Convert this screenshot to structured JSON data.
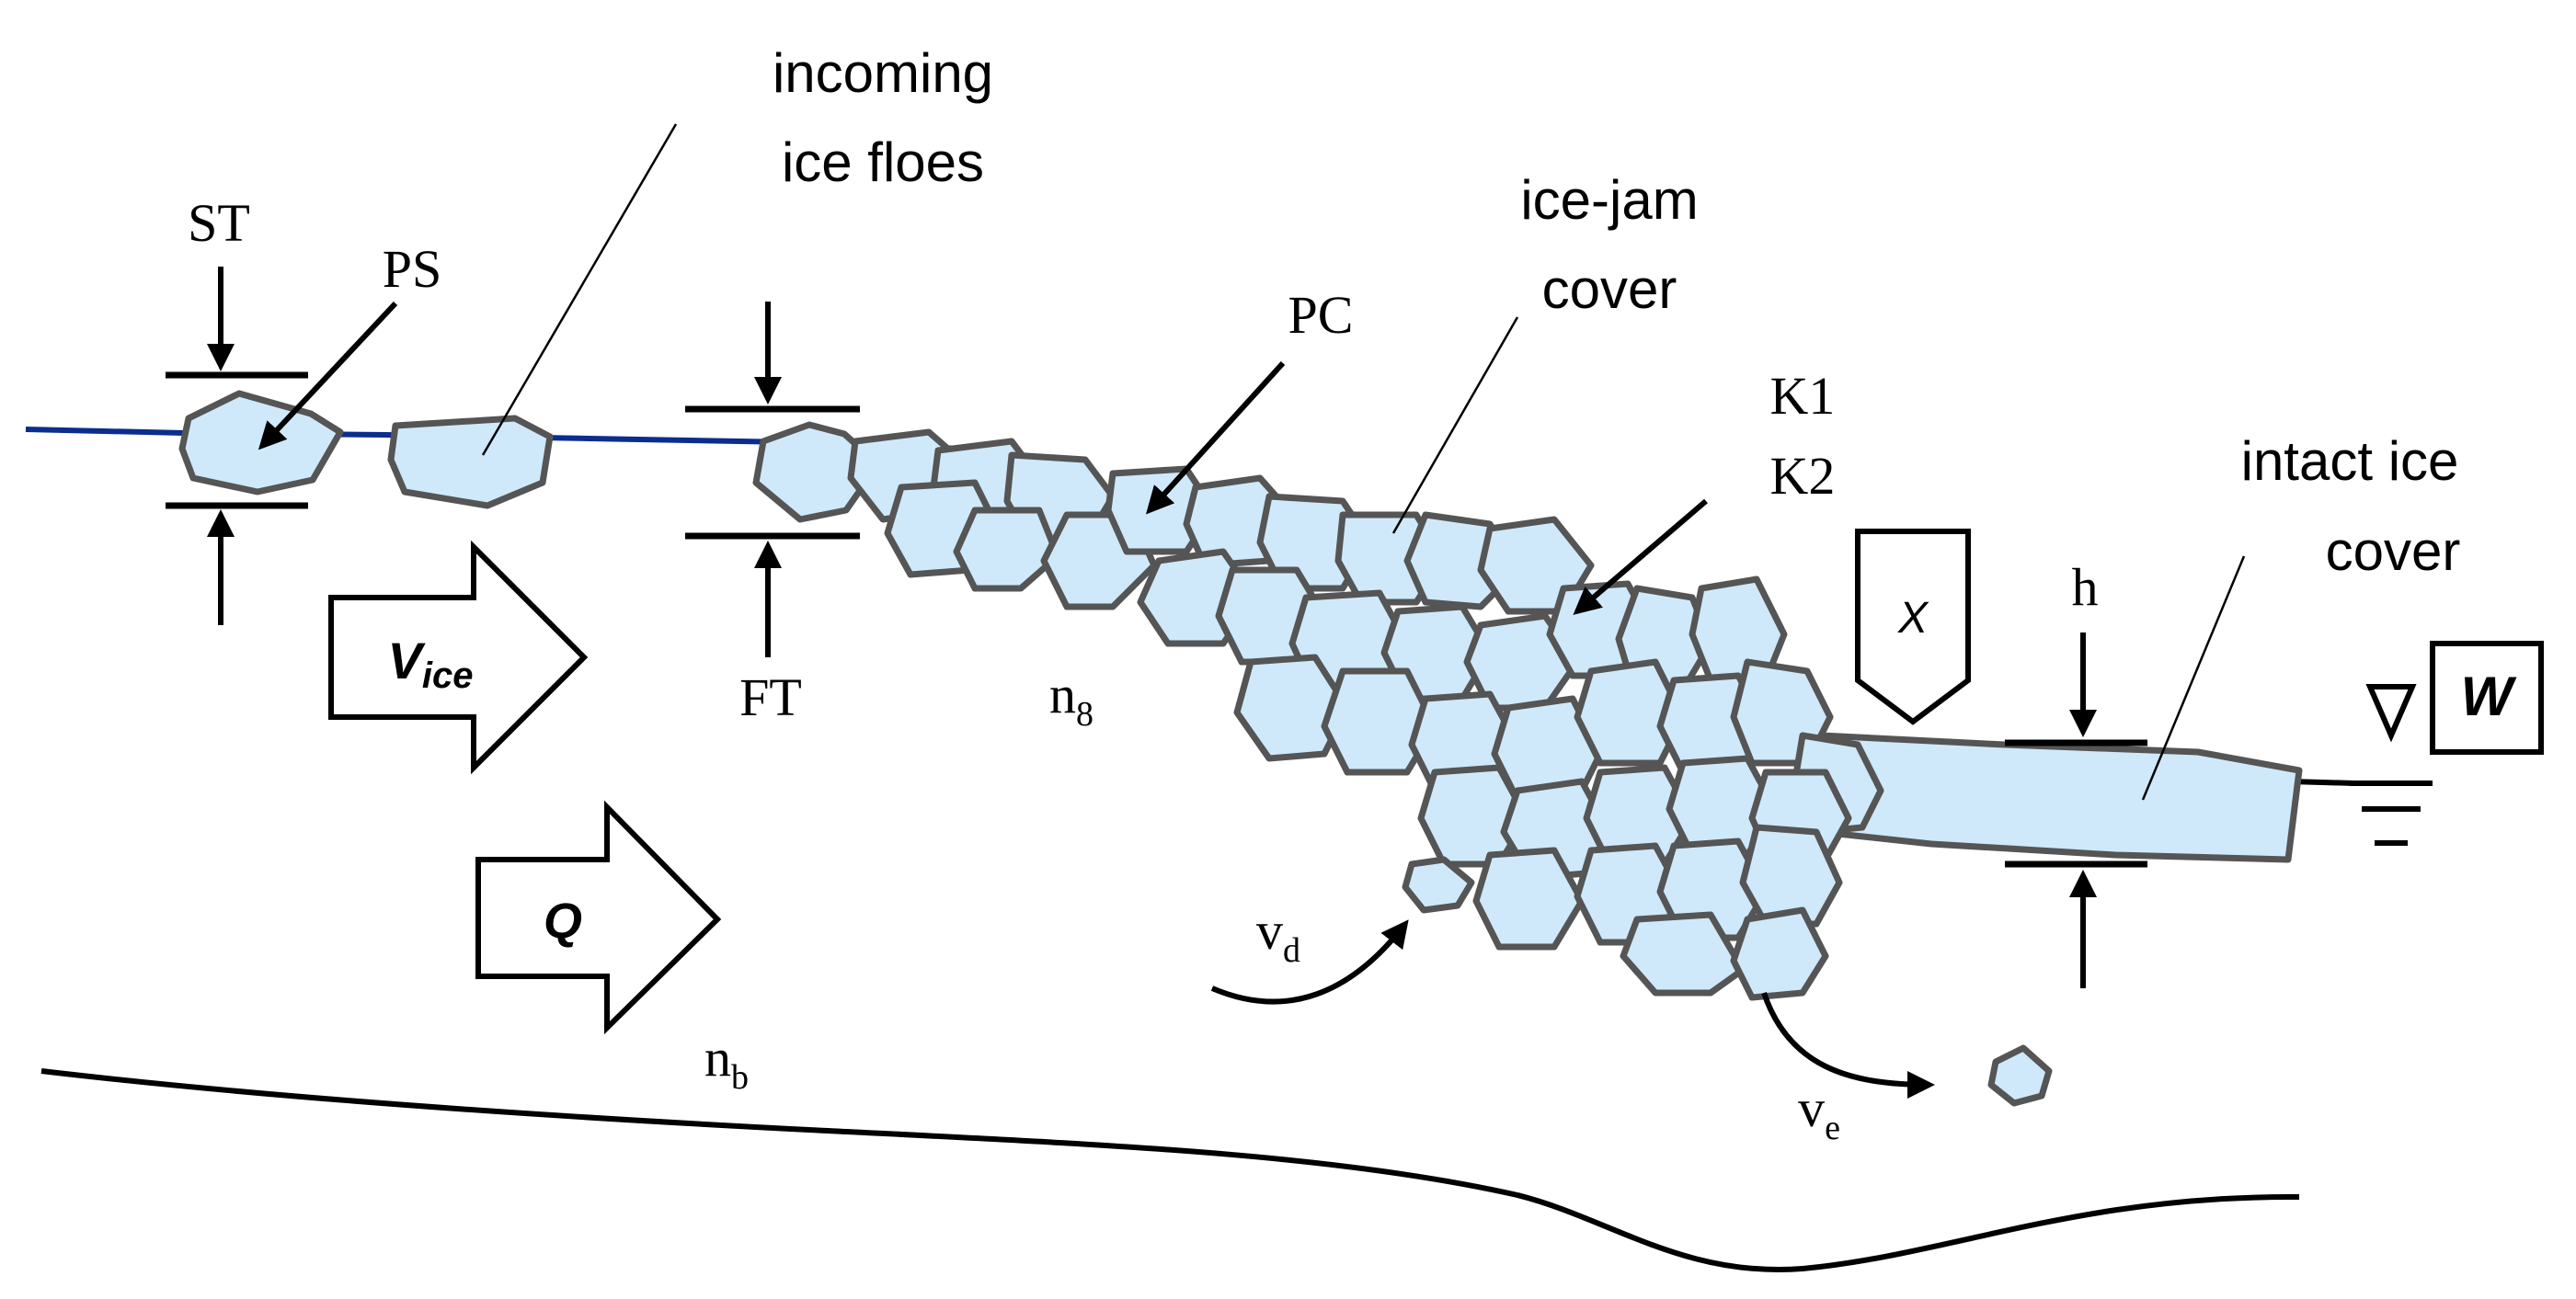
{
  "labels": {
    "incoming_line1": "incoming",
    "incoming_line2": "ice floes",
    "icejam_line1": "ice-jam",
    "icejam_line2": "cover",
    "intact_line1": "intact ice",
    "intact_line2": "cover",
    "ST": "ST",
    "PS": "PS",
    "FT": "FT",
    "PC": "PC",
    "K1": "K1",
    "K2": "K2",
    "h": "h",
    "n8_base": "n",
    "n8_sub": "8",
    "nb_base": "n",
    "nb_sub": "b",
    "vd_base": "v",
    "vd_sub": "d",
    "ve_base": "v",
    "ve_sub": "e",
    "vice_base": "V",
    "vice_sub": "ice",
    "Q": "Q",
    "X": "X",
    "W": "W"
  },
  "colors": {
    "floe_fill": "#cfe9fb",
    "floe_stroke": "#555555",
    "water_line": "#0a2d8f",
    "ink": "#000000"
  }
}
